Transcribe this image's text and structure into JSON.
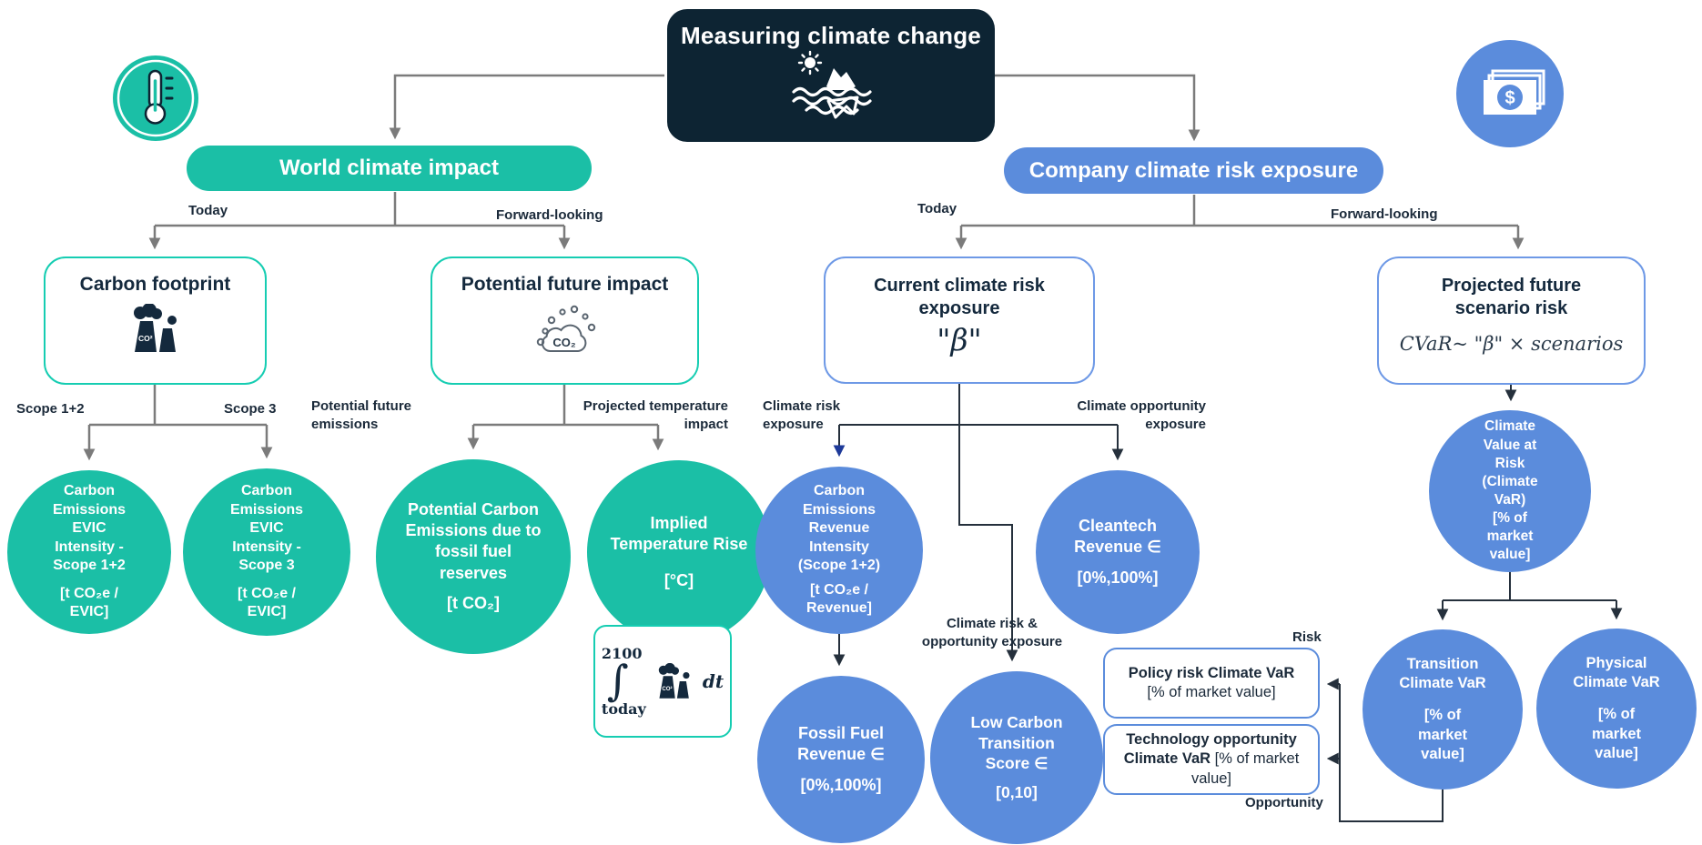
{
  "root": {
    "title": "Measuring climate change"
  },
  "branches": {
    "world": {
      "label": "World climate impact",
      "today": "Today",
      "forward": "Forward-looking"
    },
    "company": {
      "label": "Company climate risk exposure",
      "today": "Today",
      "forward": "Forward-looking"
    }
  },
  "boxes": {
    "carbon_footprint": {
      "title": "Carbon footprint"
    },
    "potential_future": {
      "title": "Potential future impact"
    },
    "current_risk": {
      "title": "Current climate risk\nexposure",
      "formula": "\"β\""
    },
    "projected_risk": {
      "title": "Projected future\nscenario risk",
      "formula": "CVaR~ \"β\" × scenarios"
    }
  },
  "edge_labels": {
    "scope12": "Scope 1+2",
    "scope3": "Scope 3",
    "potential_future_emissions": "Potential future\nemissions",
    "projected_temperature_impact": "Projected temperature\nimpact",
    "climate_risk_exposure": "Climate risk\nexposure",
    "climate_opportunity_exposure": "Climate opportunity\nexposure",
    "climate_risk_opportunity_exposure": "Climate risk &\nopportunity exposure",
    "risk": "Risk",
    "opportunity": "Opportunity"
  },
  "metrics": {
    "evic_scope12": {
      "name": "Carbon\nEmissions\nEVIC\nIntensity -\nScope 1+2",
      "unit": "[t CO₂e /\nEVIC]"
    },
    "evic_scope3": {
      "name": "Carbon\nEmissions\nEVIC\nIntensity -\nScope 3",
      "unit": "[t CO₂e /\nEVIC]"
    },
    "potential_emissions": {
      "name": "Potential Carbon\nEmissions due to\nfossil fuel\nreserves",
      "unit": "[t CO₂]"
    },
    "implied_temp": {
      "name": "Implied\nTemperature Rise",
      "unit": "[°C]"
    },
    "carbon_revenue_intensity": {
      "name": "Carbon\nEmissions\nRevenue\nIntensity\n(Scope 1+2)",
      "unit": "[t CO₂e /\nRevenue]"
    },
    "cleantech_revenue": {
      "name": "Cleantech\nRevenue ∈",
      "unit": "[0%,100%]"
    },
    "fossil_fuel_revenue": {
      "name": "Fossil Fuel\nRevenue ∈",
      "unit": "[0%,100%]"
    },
    "low_carbon_score": {
      "name": "Low Carbon\nTransition\nScore ∈",
      "unit": "[0,10]"
    },
    "climate_var": {
      "name": "Climate\nValue at\nRisk\n(Climate\nVaR)",
      "unit": "[% of\nmarket\nvalue]"
    },
    "transition_var": {
      "name": "Transition\nClimate VaR",
      "unit": "[% of\nmarket\nvalue]"
    },
    "physical_var": {
      "name": "Physical\nClimate VaR",
      "unit": "[% of\nmarket\nvalue]"
    }
  },
  "var_boxes": {
    "policy": {
      "bold": "Policy risk Climate VaR",
      "rest": "[% of market value]"
    },
    "technology": {
      "bold": "Technology opportunity Climate VaR",
      "rest": "[% of market value]"
    }
  },
  "integral": {
    "upper": "2100",
    "symbol": "∫",
    "lower": "today",
    "dt": "dt"
  },
  "icons": {
    "root": "sun-and-iceberg-icon",
    "left_badge": "thermometer-icon",
    "right_badge": "banknotes-dollar-icon",
    "carbon_footprint": "factory-co2-icon",
    "potential_future": "co2-cloud-bubbles-icon"
  },
  "colors": {
    "teal": "#1BBFA6",
    "teal_border": "#16CDB2",
    "blue": "#5B8CDC",
    "blue_border": "#6E99E6",
    "navy": "#0D2433",
    "line_gray": "#7B7B7B",
    "line_dark": "#25303C",
    "arrow_navy": "#1E3A99"
  }
}
